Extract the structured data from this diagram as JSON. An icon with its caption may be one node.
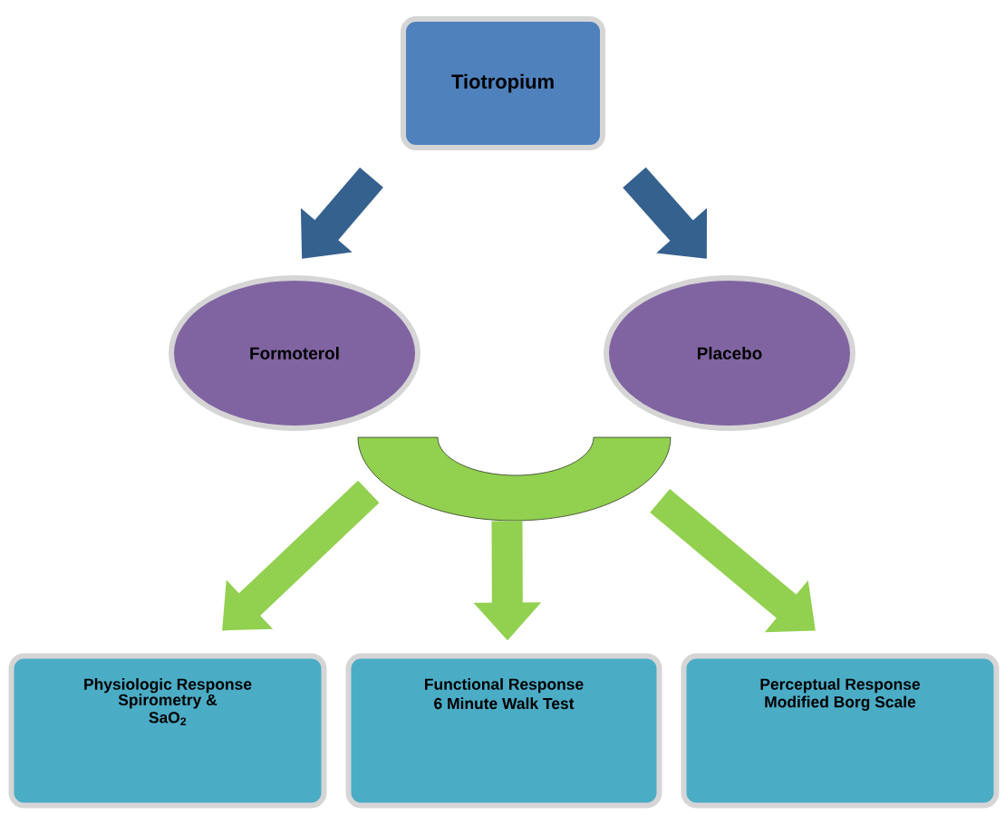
{
  "diagram": {
    "nodes": [
      {
        "text": [
          "Tiotropium"
        ]
      },
      {
        "text": [
          "Formoterol"
        ]
      },
      {
        "text": [
          "Placebo"
        ]
      },
      {
        "text": [],
        "shape": "arc"
      },
      {
        "text": [
          "Physiologic Response",
          "Spirometry & SaO$_{2}$"
        ]
      },
      {
        "text": [
          "Functional Response",
          "6 Minute Walk Test"
        ]
      },
      {
        "text": [
          "Perceptual Response",
          "Modified Borg Scale"
        ]
      }
    ],
    "edges": [
      {
        "from": 0,
        "to": 1,
        "arrow": "to",
        "color": "#35618f"
      },
      {
        "from": 0,
        "to": 2,
        "arrow": "to",
        "color": "#35618f"
      },
      {
        "from": 3,
        "to": 4,
        "arrow": "to"
      },
      {
        "from": 3,
        "to": 5,
        "arrow": "to"
      },
      {
        "from": 3,
        "to": 6,
        "arrow": "to"
      }
    ]
  }
}
